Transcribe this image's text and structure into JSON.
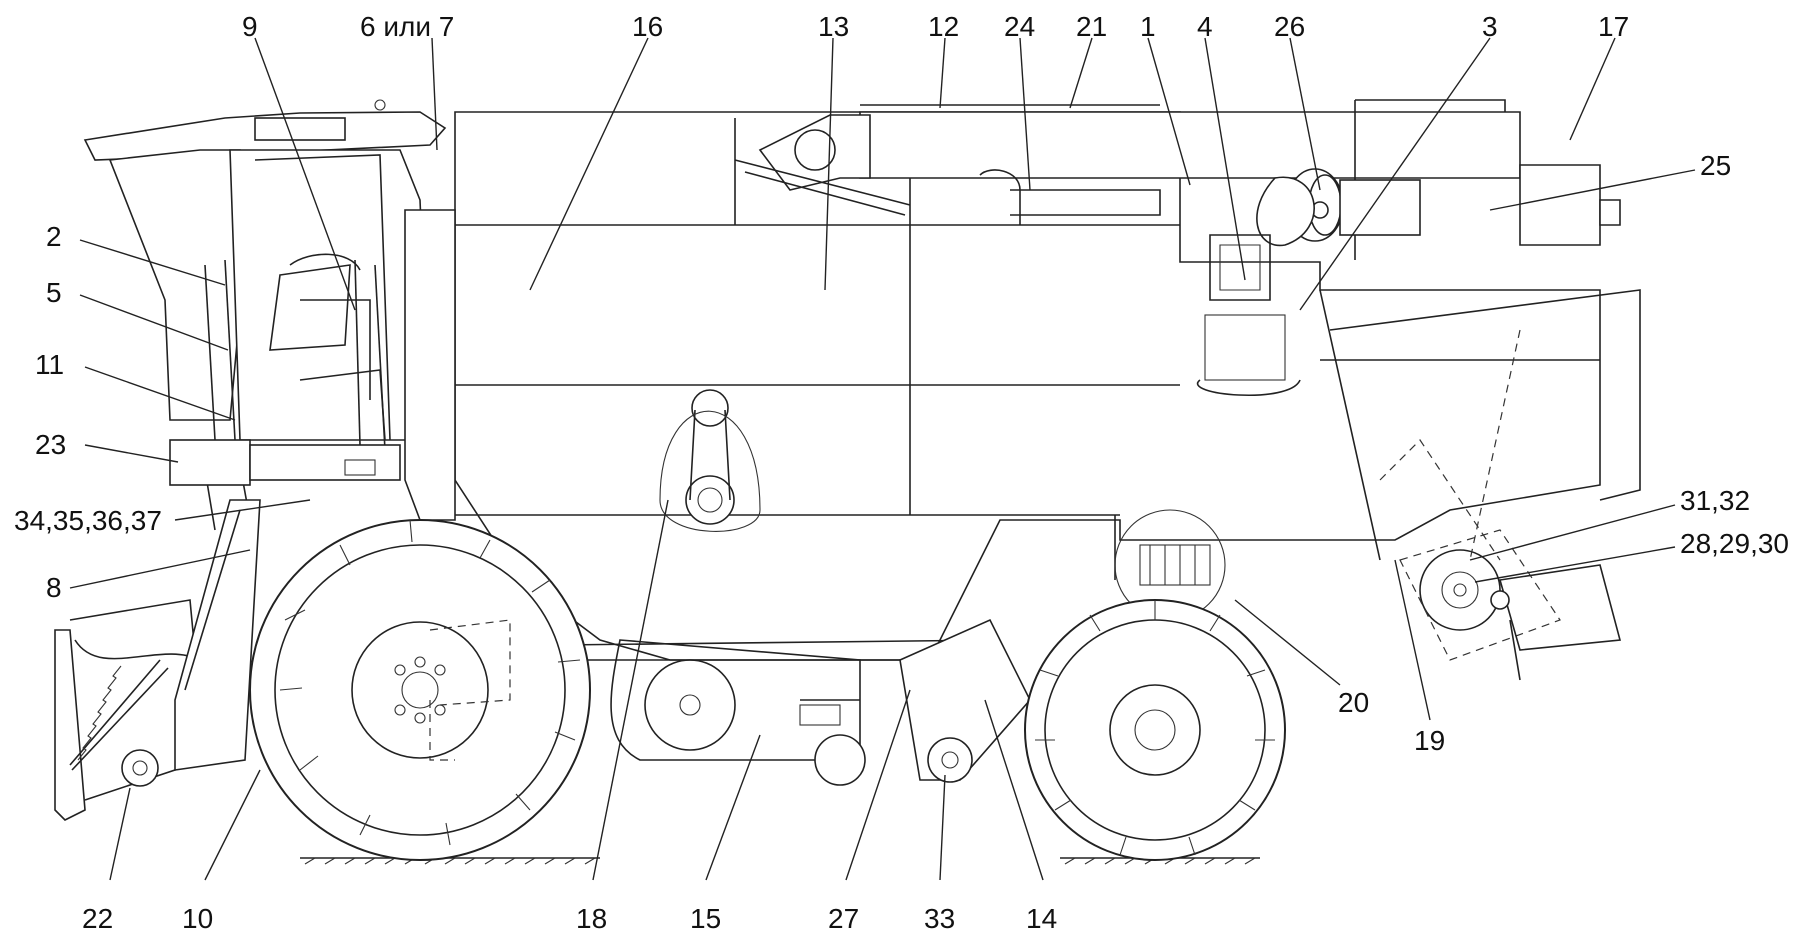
{
  "callouts": {
    "c9": "9",
    "c6or7": "6 или 7",
    "c16": "16",
    "c13": "13",
    "c12": "12",
    "c24": "24",
    "c21": "21",
    "c1": "1",
    "c4": "4",
    "c26": "26",
    "c3": "3",
    "c17": "17",
    "c25": "25",
    "c2": "2",
    "c5": "5",
    "c11": "11",
    "c23": "23",
    "c34_37": "34,35,36,37",
    "c8": "8",
    "c31_32": "31,32",
    "c28_30": "28,29,30",
    "c20": "20",
    "c19": "19",
    "c22": "22",
    "c10": "10",
    "c18": "18",
    "c15": "15",
    "c27": "27",
    "c33": "33",
    "c14": "14"
  }
}
